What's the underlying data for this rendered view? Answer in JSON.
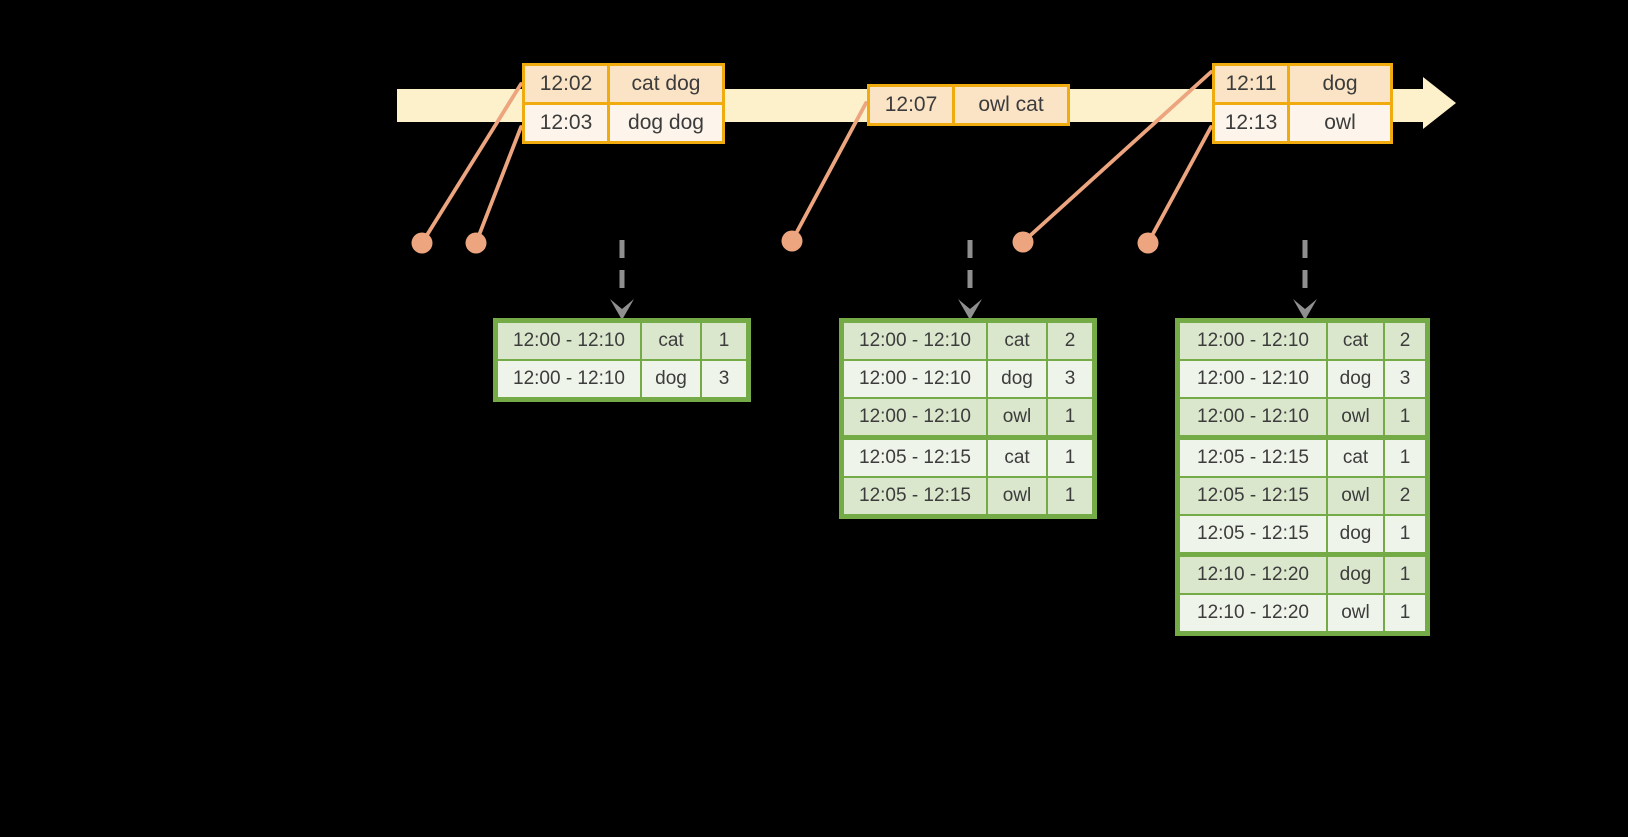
{
  "colors": {
    "background": "#000000",
    "timeline_band": "#FCF1CB",
    "event_border": "#F0AC0F",
    "event_row_dark": "#FBE4C5",
    "event_row_light": "#FDF5EB",
    "text": "#3C3C3C",
    "connector": "#ECA57E",
    "trigger_arrow": "#8F8F8F",
    "result_border": "#74AB47",
    "result_row_dark": "#DBE7CD",
    "result_row_light": "#EFF4EA"
  },
  "event_tables": [
    {
      "rows": [
        {
          "time": "12:02",
          "words": "cat dog"
        },
        {
          "time": "12:03",
          "words": "dog dog"
        }
      ]
    },
    {
      "rows": [
        {
          "time": "12:07",
          "words": "owl cat"
        }
      ]
    },
    {
      "rows": [
        {
          "time": "12:11",
          "words": "dog"
        },
        {
          "time": "12:13",
          "words": "owl"
        }
      ]
    }
  ],
  "result_tables": [
    {
      "rows": [
        {
          "window": "12:00 - 12:10",
          "word": "cat",
          "count": "1"
        },
        {
          "window": "12:00 - 12:10",
          "word": "dog",
          "count": "3"
        }
      ]
    },
    {
      "rows": [
        {
          "window": "12:00 - 12:10",
          "word": "cat",
          "count": "2"
        },
        {
          "window": "12:00 - 12:10",
          "word": "dog",
          "count": "3"
        },
        {
          "window": "12:00 - 12:10",
          "word": "owl",
          "count": "1"
        },
        {
          "window": "12:05 - 12:15",
          "word": "cat",
          "count": "1"
        },
        {
          "window": "12:05 - 12:15",
          "word": "owl",
          "count": "1"
        }
      ]
    },
    {
      "rows": [
        {
          "window": "12:00 - 12:10",
          "word": "cat",
          "count": "2"
        },
        {
          "window": "12:00 - 12:10",
          "word": "dog",
          "count": "3"
        },
        {
          "window": "12:00 - 12:10",
          "word": "owl",
          "count": "1"
        },
        {
          "window": "12:05 - 12:15",
          "word": "cat",
          "count": "1"
        },
        {
          "window": "12:05 - 12:15",
          "word": "owl",
          "count": "2"
        },
        {
          "window": "12:05 - 12:15",
          "word": "dog",
          "count": "1"
        },
        {
          "window": "12:10 - 12:20",
          "word": "dog",
          "count": "1"
        },
        {
          "window": "12:10 - 12:20",
          "word": "owl",
          "count": "1"
        }
      ]
    }
  ]
}
